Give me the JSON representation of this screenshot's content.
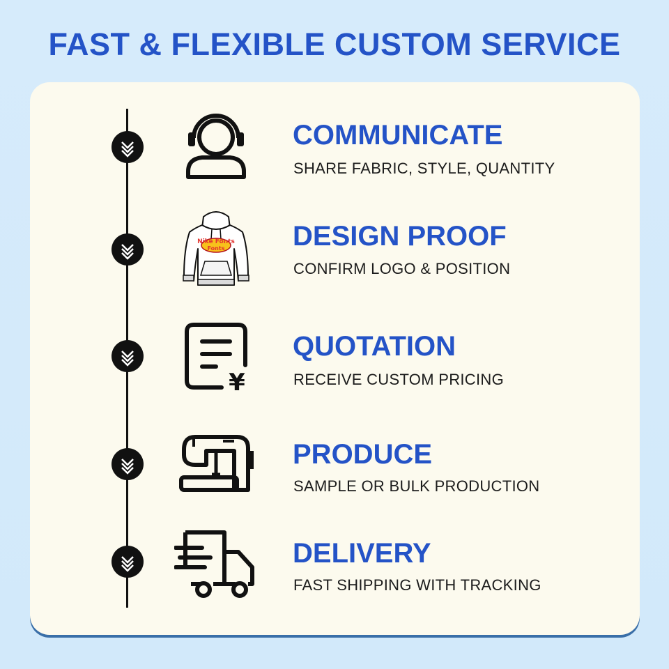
{
  "header": {
    "title": "FAST & FLEXIBLE CUSTOM SERVICE"
  },
  "colors": {
    "background": "#d6ebfb",
    "card": "#fcfaee",
    "accent_blue": "#2453c7",
    "ink": "#111111",
    "logo_red": "#e3342f",
    "logo_yellow": "#f7c21b"
  },
  "steps": [
    {
      "title": "COMMUNICATE",
      "description": "SHARE FABRIC, STYLE, QUANTITY",
      "icon": "headset-person-icon"
    },
    {
      "title": "DESIGN PROOF",
      "description": "CONFIRM LOGO & POSITION",
      "icon": "hoodie-icon",
      "logo_text": "Nike Fonts"
    },
    {
      "title": "QUOTATION",
      "description": "RECEIVE CUSTOM PRICING",
      "icon": "yen-invoice-icon",
      "icon_text": "¥"
    },
    {
      "title": "PRODUCE",
      "description": "SAMPLE OR BULK PRODUCTION",
      "icon": "sewing-machine-icon"
    },
    {
      "title": "DELIVERY",
      "description": "FAST SHIPPING WITH TRACKING",
      "icon": "delivery-truck-icon"
    }
  ]
}
